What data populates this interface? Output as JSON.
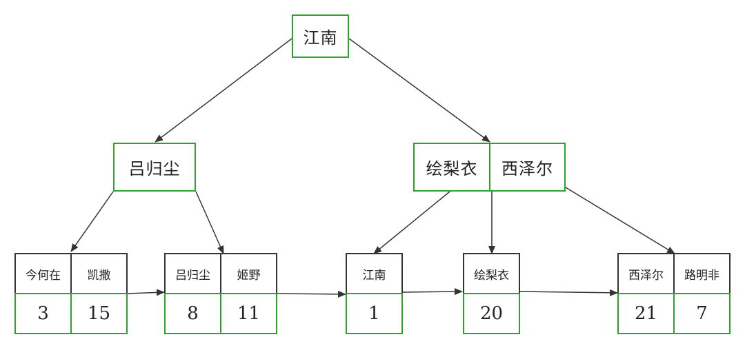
{
  "root": {
    "key": "江南"
  },
  "internal_left": {
    "key": "吕归尘"
  },
  "internal_right": {
    "keys": [
      "绘梨衣",
      "西泽尔"
    ]
  },
  "leaves": [
    {
      "entries": [
        {
          "key": "今何在",
          "value": "3"
        },
        {
          "key": "凯撒",
          "value": "15"
        }
      ]
    },
    {
      "entries": [
        {
          "key": "吕归尘",
          "value": "8"
        },
        {
          "key": "姬野",
          "value": "11"
        }
      ]
    },
    {
      "entries": [
        {
          "key": "江南",
          "value": "1"
        }
      ]
    },
    {
      "entries": [
        {
          "key": "绘梨衣",
          "value": "20"
        }
      ]
    },
    {
      "entries": [
        {
          "key": "西泽尔",
          "value": "21"
        },
        {
          "key": "路明非",
          "value": "7"
        }
      ]
    }
  ],
  "colors": {
    "node_border": "#2aa52a",
    "key_border": "#333333",
    "edge": "#333333"
  }
}
